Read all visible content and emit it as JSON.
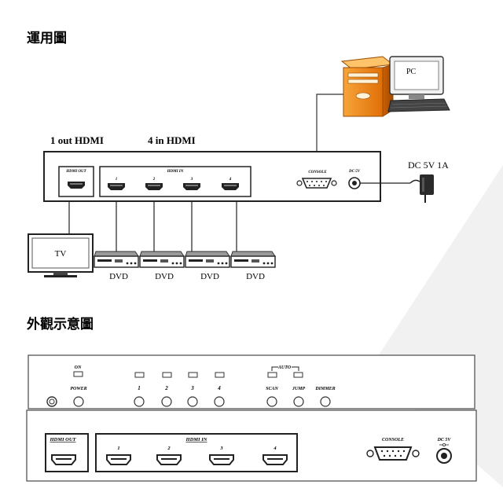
{
  "section1": {
    "title": "運用圖",
    "out_label": "1 out HDMI",
    "in_label": "4 in HDMI",
    "hdmi_out_tag": "HDMI OUT",
    "hdmi_in_tag": "HDMI IN",
    "ports": [
      "1",
      "2",
      "3",
      "4"
    ],
    "console_tag": "CONSOLE",
    "dc_tag": "DC 5V",
    "pc_label": "PC",
    "power_label": "DC 5V  1A",
    "tv_label": "TV",
    "dvd_labels": [
      "DVD",
      "DVD",
      "DVD",
      "DVD"
    ]
  },
  "section2": {
    "title": "外觀示意圖",
    "on_label": "ON",
    "power_button": "POWER",
    "channel_labels": [
      "1",
      "2",
      "3",
      "4"
    ],
    "auto_label": "AUTO",
    "scan_label": "SCAN",
    "jump_label": "JUMP",
    "dimmer_label": "DIMMER",
    "hdmi_out_tag": "HDMI OUT",
    "hdmi_in_tag": "HDMI IN",
    "ports": [
      "1",
      "2",
      "3",
      "4"
    ],
    "console_tag": "CONSOLE",
    "dc_tag": "DC 5V"
  }
}
